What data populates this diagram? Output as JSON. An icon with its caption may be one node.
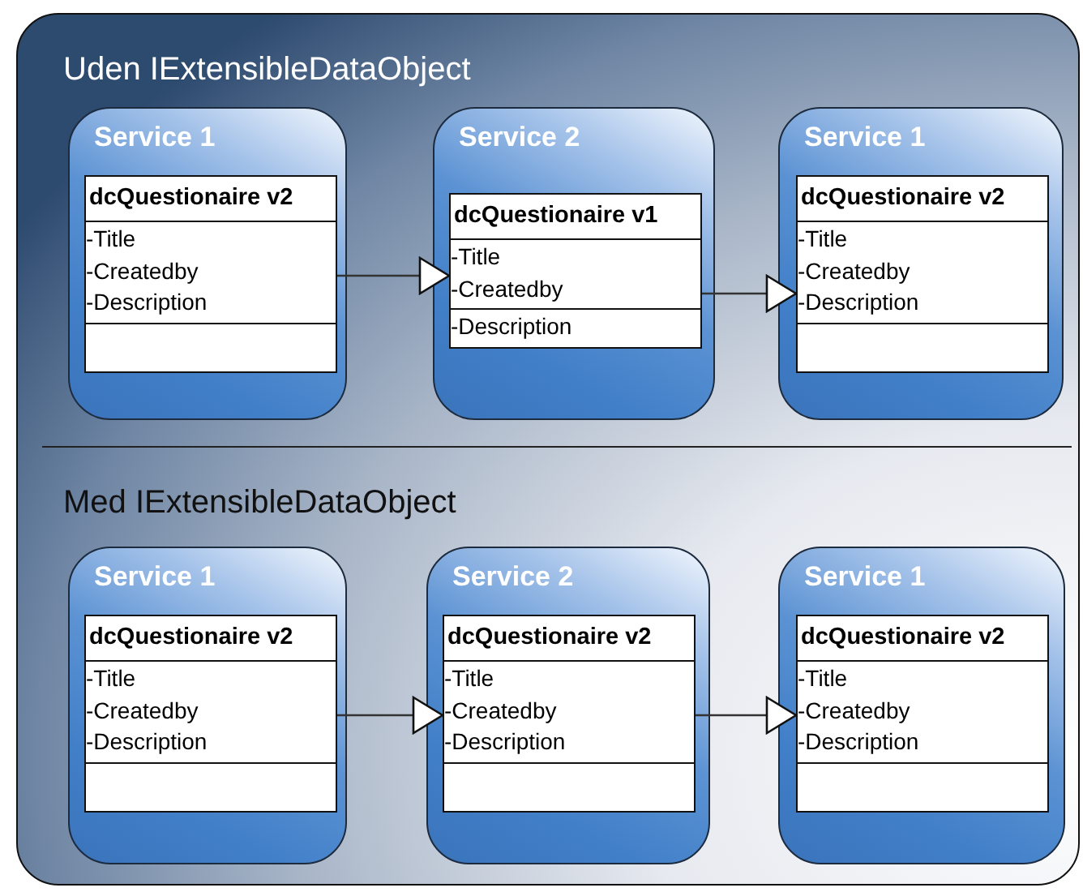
{
  "diagram": {
    "nodes": [
      {
        "text": [
          "Uden IExtensibleDataObject"
        ]
      },
      {
        "text": [
          "Service 1"
        ],
        "in": 0
      },
      {
        "text": [
          "dcQuestionaire v2",
          "-Title",
          "-Createdby",
          "-Description"
        ],
        "in": 1
      },
      {
        "text": [
          "Service 2"
        ],
        "in": 0
      },
      {
        "text": [
          "dcQuestionaire v1",
          "-Title",
          "-Createdby",
          "-Description"
        ],
        "in": 3
      },
      {
        "text": [
          "Service 1"
        ],
        "in": 0
      },
      {
        "text": [
          "dcQuestionaire v2",
          "-Title",
          "-Createdby",
          "-Description"
        ],
        "in": 5
      },
      {
        "text": [
          "Med IExtensibleDataObject"
        ]
      },
      {
        "text": [
          "Service 1"
        ],
        "in": 7
      },
      {
        "text": [
          "dcQuestionaire v2",
          "-Title",
          "-Createdby",
          "-Description"
        ],
        "in": 8
      },
      {
        "text": [
          "Service 2"
        ],
        "in": 7
      },
      {
        "text": [
          "dcQuestionaire v2",
          "-Title",
          "-Createdby",
          "-Description"
        ],
        "in": 10
      },
      {
        "text": [
          "Service 1"
        ],
        "in": 7
      },
      {
        "text": [
          "dcQuestionaire v2",
          "-Title",
          "-Createdby",
          "-Description"
        ],
        "in": 12
      }
    ],
    "edges": [
      {
        "from": 2,
        "to": 4,
        "arrow": "to"
      },
      {
        "from": 4,
        "to": 6,
        "arrow": "to"
      },
      {
        "from": 9,
        "to": 11,
        "arrow": "to"
      },
      {
        "from": 11,
        "to": 13,
        "arrow": "to"
      }
    ]
  }
}
